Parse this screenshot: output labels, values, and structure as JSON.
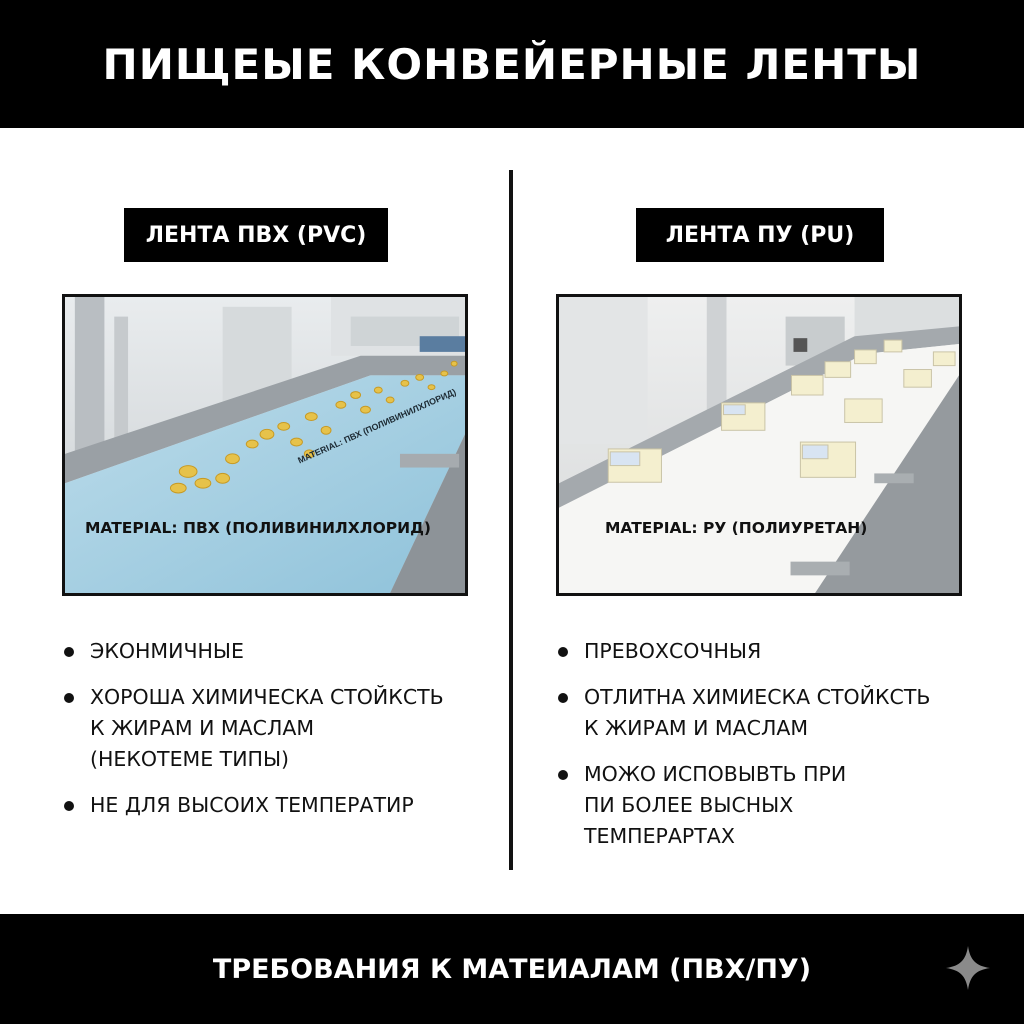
{
  "header": {
    "title": "ПИЩЕЫЕ КОНВЕЙЕРНЫЕ ЛЕНТЫ"
  },
  "pvc": {
    "label": "ЛЕНТА ПВХ (PVC)",
    "belt_print": "MATERIAL: ПВХ (ПОЛИВИНИЛХЛОРИД)",
    "caption": "MATEPIAL: ПВХ (ПОЛИВИНИЛХЛОРИД)",
    "bullets": [
      "ЭКОНМИЧНЫЕ",
      "ХОРОША ХИМИЧЕСКА СТОЙКСТЬ\nК ЖИРАМ И МАСЛАМ\n(НЕКОТЕМЕ ТИПЫ)",
      "НЕ ДЛЯ ВЫСОИХ ТЕМПЕРАТИР"
    ]
  },
  "pu": {
    "label": "ЛЕНТА ПУ (PU)",
    "caption": "MATEPIAL: РУ (ПОЛИУРЕТАН)",
    "bullets": [
      "ПРЕВОХСОЧНЫЯ",
      "ОТЛИТНА ХИМИЕСКА СТОЙКСТЬ\nК ЖИРАМ И МАСЛАМ",
      "МОЖО ИСПОВЫВТЬ ПРИ\nПИ БОЛЕЕ ВЫСНЫХ\nТЕМПЕРАРТАХ"
    ]
  },
  "footer": {
    "title": "ТРЕБОВАНИЯ К МАТЕИАЛАМ (ПВХ/ПУ)"
  },
  "icons": {
    "corner": "sparkle-icon",
    "bullet": "bullet-dot-icon"
  },
  "colors": {
    "banner": "#000000",
    "pvc_belt": "#9ccbe0",
    "pu_belt": "#f6f6f4",
    "pasta": "#e6c24a"
  }
}
